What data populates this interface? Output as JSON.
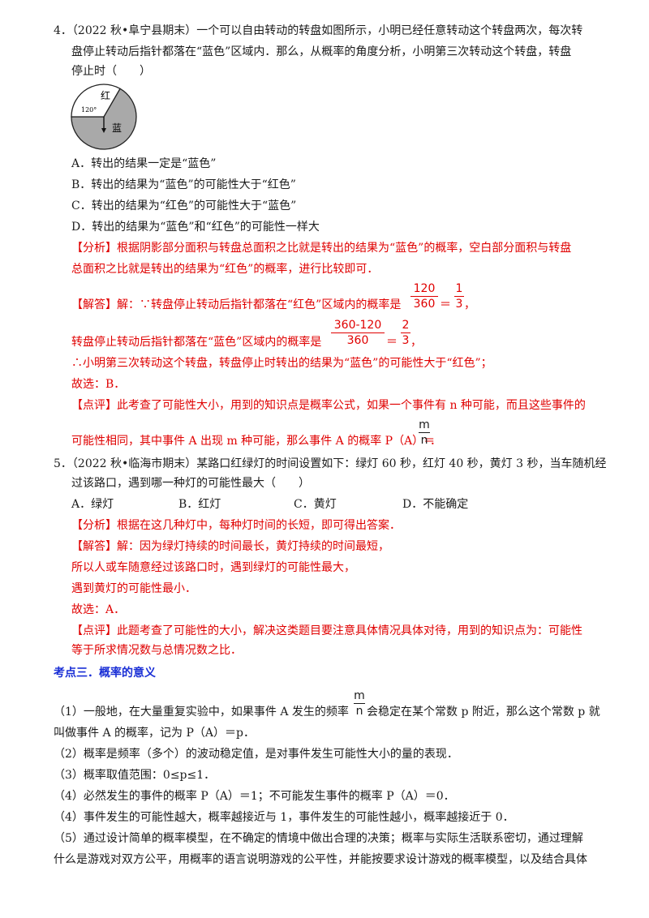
{
  "q4": {
    "line1": "4．（2022 秋•阜宁县期末）一个可以自由转动的转盘如图所示，小明已经任意转动这个转盘两次，每次转",
    "line2": "盘停止转动后指针都落在“蓝色”区域内．那么，从概率的角度分析，小明第三次转动这个转盘，转盘",
    "line3": "停止时（　　）",
    "spinner": {
      "red_label": "红",
      "blue_label": "蓝",
      "angle_label": "120°",
      "red_degrees": 120,
      "fill_color": "#a9a9a9"
    },
    "options": [
      "A．转出的结果一定是“蓝色”",
      "B．转出的结果为“蓝色”的可能性大于“红色”",
      "C．转出的结果为“红色”的可能性大于“蓝色”",
      "D．转出的结果为“蓝色”和“红色”的可能性一样大"
    ],
    "analysis1": "【分析】根据阴影部分面积与转盘总面积之比就是转出的结果为“蓝色”的概率，空白部分面积与转盘",
    "analysis2": "总面积之比就是转出的结果为“红色”的概率，进行比较即可．",
    "answer1": "【解答】解：∵转盘停止转动后指针都落在“红色”区域内的概率是",
    "frac1": {
      "num": "120",
      "den": "360",
      "num2": "1",
      "den2": "3"
    },
    "answer2": "转盘停止转动后指针都落在“蓝色”区域内的概率是",
    "frac2": {
      "num": "360-120",
      "den": "360",
      "num2": "2",
      "den2": "3"
    },
    "answer3": "∴小明第三次转动这个转盘，转盘停止时转出的结果为“蓝色”的可能性大于“红色”；",
    "answer4": "故选：B．",
    "comment1": "【点评】此考查了可能性大小，用到的知识点是概率公式，如果一个事件有 n 种可能，而且这些事件的",
    "comment2": "可能性相同，其中事件 A 出现 m 种可能，那么事件 A 的概率 P（A）＝",
    "frac3": {
      "num": "m",
      "den": "n"
    }
  },
  "q5": {
    "line1": "5．（2022 秋•临海市期末）某路口红绿灯的时间设置如下：绿灯 60 秒，红灯 40 秒，黄灯 3 秒，当车随机经",
    "line2": "过该路口，遇到哪一种灯的可能性最大（　　）",
    "options": [
      "A．绿灯",
      "B．红灯",
      "C．黄灯",
      "D．不能确定"
    ],
    "analysis": "【分析】根据在这几种灯中，每种灯时间的长短，即可得出答案．",
    "answer1": "【解答】解：因为绿灯持续的时间最长，黄灯持续的时间最短，",
    "answer2": "所以人或车随意经过该路口时，遇到绿灯的可能性最大，",
    "answer3": "遇到黄灯的可能性最小．",
    "answer4": "故选：A．",
    "comment1": "【点评】此题考查了可能性的大小，解决这类题目要注意具体情况具体对待，用到的知识点为：可能性",
    "comment2": "等于所求情况数与总情况数之比．"
  },
  "section": {
    "title": "考点三．概率的意义",
    "p1a": "（1）一般地，在大量重复实验中，如果事件 A 发生的频率",
    "p1b": "会稳定在某个常数 p 附近，那么这个常数 p 就",
    "p1frac": {
      "num": "m",
      "den": "n"
    },
    "p1c": "叫做事件 A 的概率，记为 P（A）＝p．",
    "p2": "（2）概率是频率（多个）的波动稳定值，是对事件发生可能性大小的量的表现．",
    "p3": "（3）概率取值范围：0≤p≤1．",
    "p4": "（4）必然发生的事件的概率 P（A）＝1；不可能发生事件的概率 P（A）＝0．",
    "p5": "（4）事件发生的可能性越大，概率越接近与 1，事件发生的可能性越小，概率越接近于 0．",
    "p6": "（5）通过设计简单的概率模型，在不确定的情境中做出合理的决策；概率与实际生活联系密切，通过理解",
    "p7": "什么是游戏对双方公平，用概率的语言说明游戏的公平性，并能按要求设计游戏的概率模型，以及结合具体"
  }
}
